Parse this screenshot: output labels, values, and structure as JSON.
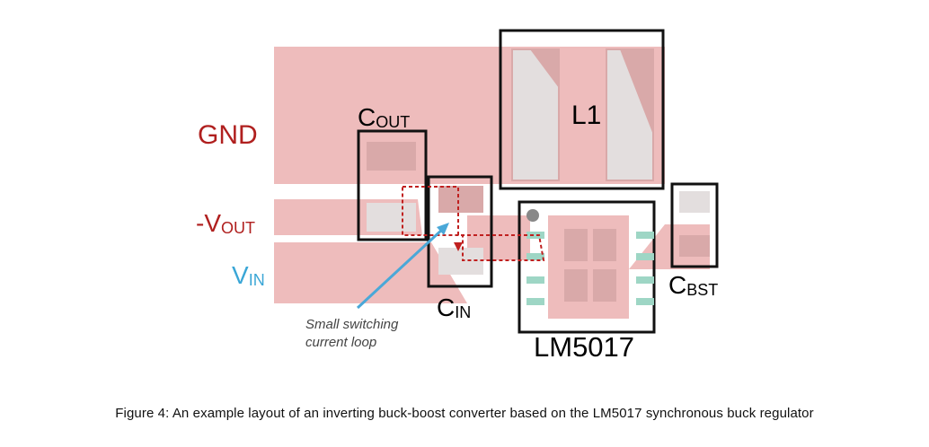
{
  "labels": {
    "gnd": "GND",
    "vout_main": "-V",
    "vout_sub": "OUT",
    "vin_main": "V",
    "vin_sub": "IN",
    "cout_main": "C",
    "cout_sub": "OUT",
    "cin_main": "C",
    "cin_sub": "IN",
    "cbst_main": "C",
    "cbst_sub": "BST",
    "l1": "L1",
    "ic": "LM5017",
    "note_line1": "Small switching",
    "note_line2": "current loop"
  },
  "caption": "Figure 4: An example layout of an inverting buck-boost converter based on the LM5017 synchronous buck regulator",
  "colors": {
    "copper": "#eebcbc",
    "pad_fill": "#e3dede",
    "pad_dark": "#d9a9a9",
    "gnd_label": "#b0201f",
    "vin_label": "#3aa6d6",
    "loop": "#c0201f",
    "pin_teal": "#9ed6c5",
    "arrow": "#4aa8d8"
  }
}
